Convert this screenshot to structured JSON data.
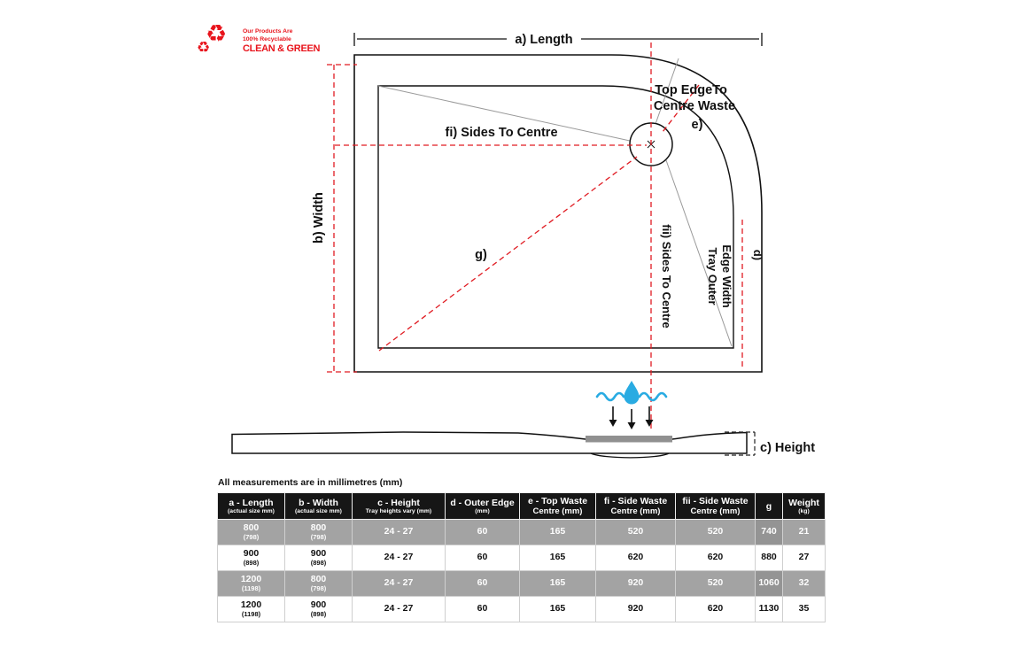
{
  "logo": {
    "line1": "Our Products Are",
    "line2": "100% Recyclable",
    "line3": "CLEAN & GREEN",
    "icon": "recycle-symbol",
    "color": "#e8141c"
  },
  "diagram": {
    "labels": {
      "length": "a) Length",
      "width": "b) Width",
      "fi": "fi) Sides To Centre",
      "top_edge_1": "Top EdgeTo",
      "top_edge_2": "Centre Waste",
      "e": "e)",
      "g": "g)",
      "fii": "fii) Sides To Centre",
      "tray_outer_1": "Tray Outer",
      "tray_outer_2": "Edge Width",
      "d": "d)",
      "height": "c) Height"
    },
    "colors": {
      "dimension_red": "#e01b22",
      "water_blue": "#29abe2",
      "outline_black": "#111111",
      "guide_gray": "#9a9a9a",
      "waste_gray": "#909090"
    }
  },
  "note": "All measurements are in millimetres (mm)",
  "table": {
    "headers": [
      {
        "line1": "a - Length",
        "line2": "(actual size mm)",
        "small2": true
      },
      {
        "line1": "b - Width",
        "line2": "(actual size mm)",
        "small2": true
      },
      {
        "line1": "c - Height",
        "line2": "Tray heights vary (mm)",
        "small2": true
      },
      {
        "line1": "d - Outer Edge",
        "line2": "(mm)",
        "small2": true
      },
      {
        "line1": "e - Top Waste",
        "line2": "Centre (mm)",
        "small2": false
      },
      {
        "line1": "fi - Side Waste",
        "line2": "Centre (mm)",
        "small2": false
      },
      {
        "line1": "fii - Side Waste",
        "line2": "Centre (mm)",
        "small2": false
      },
      {
        "line1": "g",
        "line2": "",
        "small2": false
      },
      {
        "line1": "Weight",
        "line2": "(kg)",
        "small2": true
      }
    ],
    "rows": [
      {
        "shade": "gray",
        "a": "800",
        "a_actual": "(798)",
        "b": "800",
        "b_actual": "(798)",
        "c": "24 - 27",
        "d": "60",
        "e": "165",
        "fi": "520",
        "fii": "520",
        "g": "740",
        "weight": "21"
      },
      {
        "shade": "white",
        "a": "900",
        "a_actual": "(898)",
        "b": "900",
        "b_actual": "(898)",
        "c": "24 - 27",
        "d": "60",
        "e": "165",
        "fi": "620",
        "fii": "620",
        "g": "880",
        "weight": "27"
      },
      {
        "shade": "gray",
        "a": "1200",
        "a_actual": "(1198)",
        "b": "800",
        "b_actual": "(798)",
        "c": "24 - 27",
        "d": "60",
        "e": "165",
        "fi": "920",
        "fii": "520",
        "g": "1060",
        "weight": "32"
      },
      {
        "shade": "white",
        "a": "1200",
        "a_actual": "(1198)",
        "b": "900",
        "b_actual": "(898)",
        "c": "24 - 27",
        "d": "60",
        "e": "165",
        "fi": "920",
        "fii": "620",
        "g": "1130",
        "weight": "35"
      }
    ]
  }
}
